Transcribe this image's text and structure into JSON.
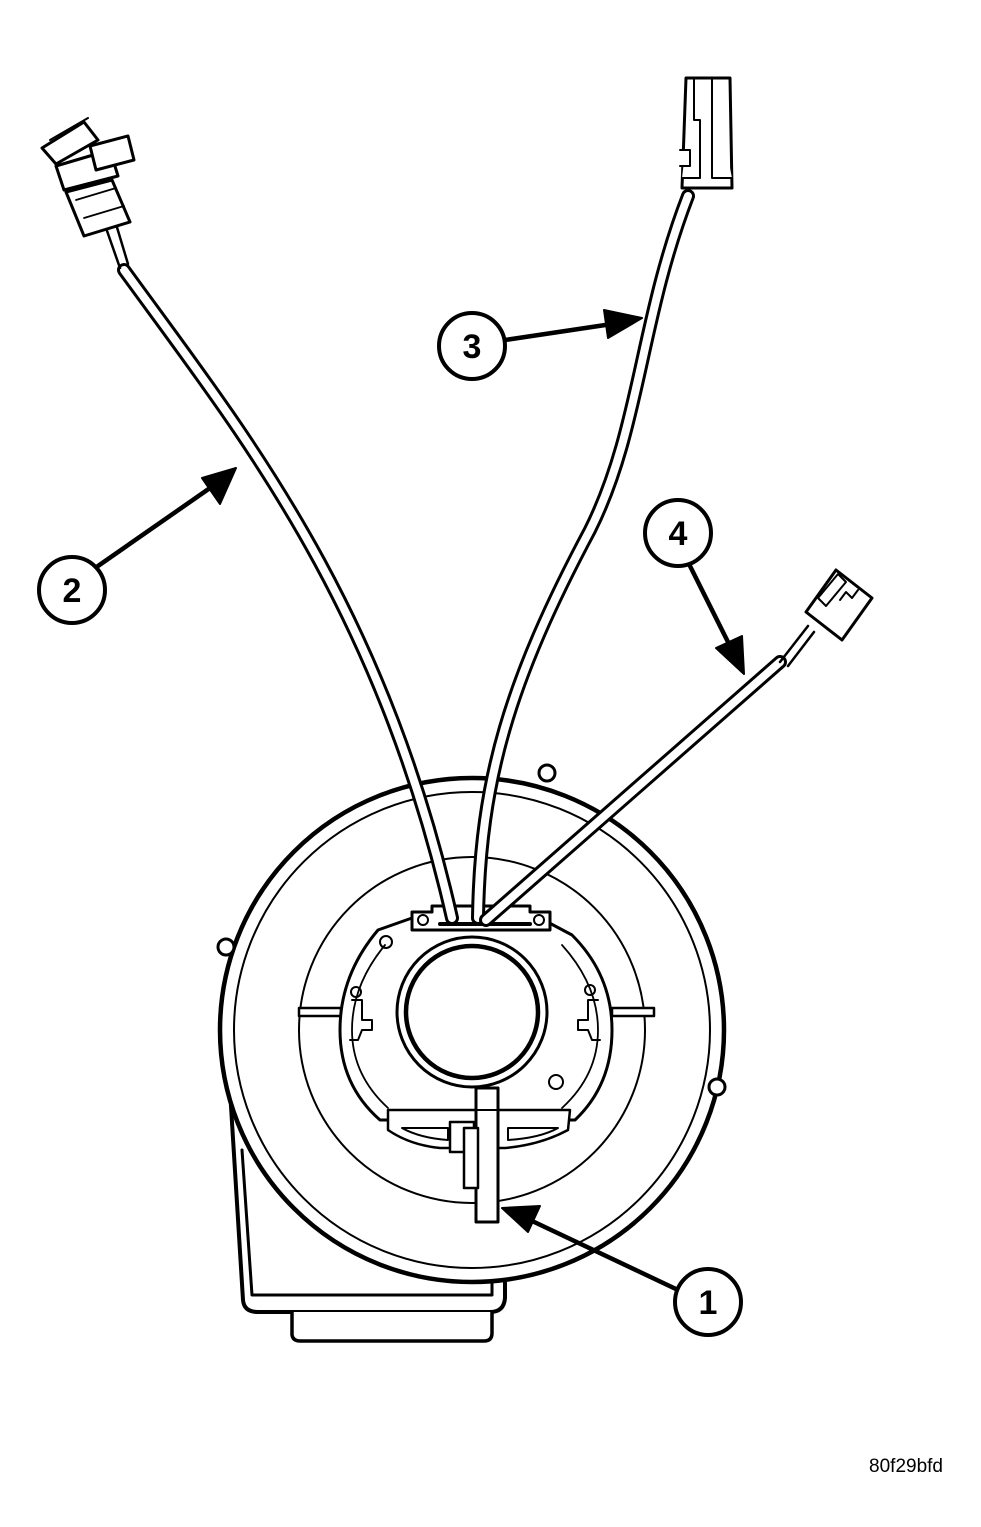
{
  "callouts": [
    {
      "id": "1",
      "label": "1"
    },
    {
      "id": "2",
      "label": "2"
    },
    {
      "id": "3",
      "label": "3"
    },
    {
      "id": "4",
      "label": "4"
    }
  ],
  "image_code": "80f29bfd",
  "colors": {
    "line": "#000000",
    "background": "#ffffff"
  }
}
